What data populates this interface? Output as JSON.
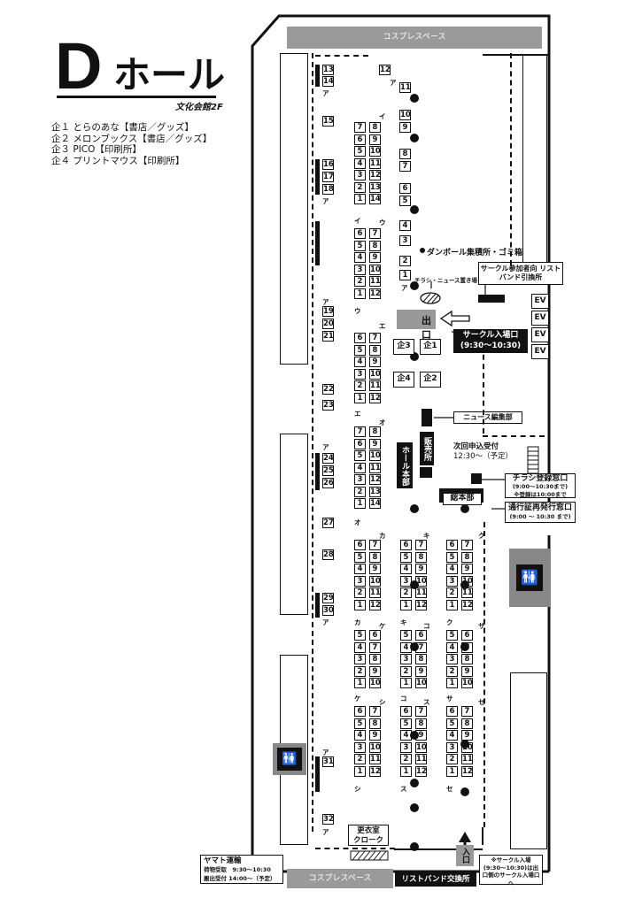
{
  "title": {
    "letter": "D",
    "rest": "ホール",
    "subtitle": "文化会館2F"
  },
  "legend": [
    "企１ とらのあな【書店／グッズ】",
    "企２ メロンブックス【書店／グッズ】",
    "企３ PICO【印刷所】",
    "企４ プリントマウス【印刷所】"
  ],
  "labels": {
    "cosplay_top": "コスプレスペース",
    "cosplay_bottom": "コスプレスペース",
    "wristband_exchange": "リストバンド交換所",
    "cardboard": "ダンボール集積所・ゴミ箱",
    "flyer": "チラシ・ニュース置き場",
    "wristband_pickup": "サークル参加者向 リストバンド引換所",
    "exit": "出口",
    "circle_entrance": "サークル入場口",
    "circle_entrance_time": "(9:30〜10:30)",
    "news_office": "ニュース編集部",
    "sales": "販売所",
    "hall_hq": "ホール本部",
    "next_application": "次回申込受付",
    "next_application_time": "12:30〜（予定）",
    "flyer_register": "チラシ登録窓口",
    "flyer_register_time": "(9:00〜10:30まで)",
    "flyer_register_note": "※登録は10:00まで",
    "pass_reissue": "通行証再発行窓口",
    "pass_reissue_time": "(9:00 〜 10:30 まで)",
    "hq_main": "総本部",
    "dressing": "更衣室",
    "cloak": "クローク",
    "entrance": "入口",
    "yamato": "ヤマト運輸",
    "yamato_receive": "荷物受取　9:30〜10:30",
    "yamato_send": "搬出受付 14:00〜（予定）",
    "circle_note": "※サークル入場(9:30〜10:30)は出口側のサークル入場口へ",
    "ev": "EV",
    "kiku": [
      "企3",
      "企1",
      "企4",
      "企2"
    ]
  },
  "wall_seats": [
    "13",
    "14",
    "15",
    "16",
    "17",
    "18",
    "19",
    "20",
    "21",
    "22",
    "23",
    "24",
    "25",
    "26",
    "27",
    "28",
    "29",
    "30",
    "31",
    "32"
  ],
  "top_seats": [
    "12",
    "11",
    "10",
    "9",
    "8",
    "7",
    "6",
    "5",
    "4",
    "3",
    "2",
    "1"
  ],
  "block_left": [
    "7",
    "8",
    "6",
    "9",
    "5",
    "10",
    "4",
    "11",
    "3",
    "12",
    "2",
    "13",
    "1",
    "14"
  ],
  "block_mid": [
    "6",
    "7",
    "5",
    "8",
    "4",
    "9",
    "3",
    "10",
    "2",
    "11",
    "1",
    "12"
  ],
  "block_small": [
    "6",
    "7",
    "5",
    "8",
    "4",
    "9",
    "3",
    "10",
    "2",
    "11",
    "1",
    "12"
  ],
  "block_lower": [
    "5",
    "6",
    "4",
    "7",
    "3",
    "8",
    "2",
    "9",
    "1",
    "10"
  ],
  "aisle_letters": {
    "a": "ア",
    "i": "イ",
    "u": "ウ",
    "e": "エ",
    "o": "オ",
    "ka": "カ",
    "ki": "キ",
    "ku": "ク",
    "ke": "ケ",
    "ko": "コ",
    "sa": "サ",
    "shi": "シ",
    "su": "ス",
    "se": "セ"
  }
}
